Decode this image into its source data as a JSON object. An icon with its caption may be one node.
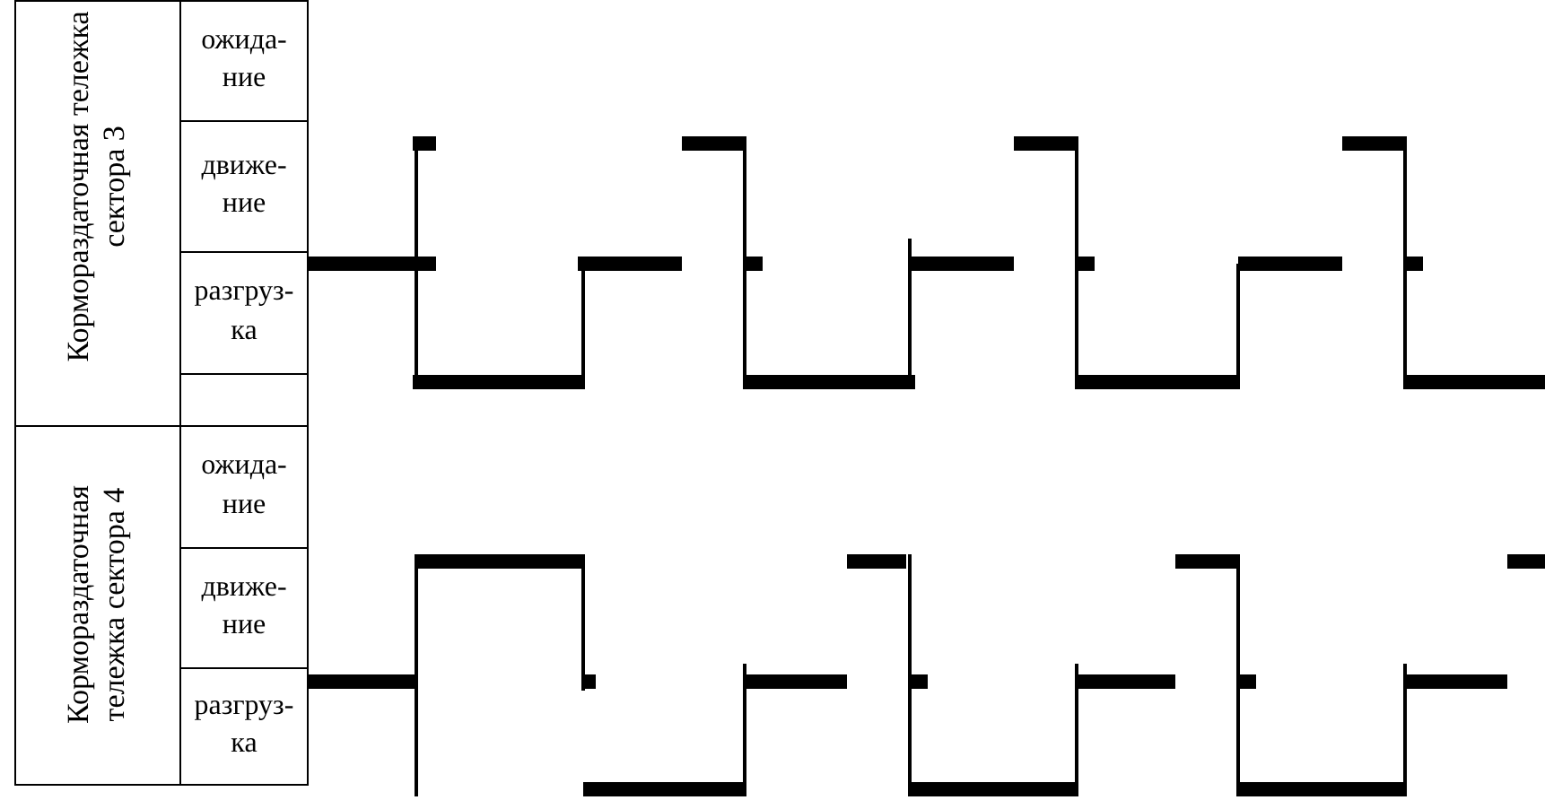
{
  "diagram": {
    "labels": [
      "Кормораздаточная тележка сектора 3",
      "ожида-ние",
      "движе-ние",
      "разгруз-ка",
      "Кормораздаточная тележка сектора 4",
      "ожида-ние",
      "движе-ние",
      "разгруз-ка"
    ]
  }
}
